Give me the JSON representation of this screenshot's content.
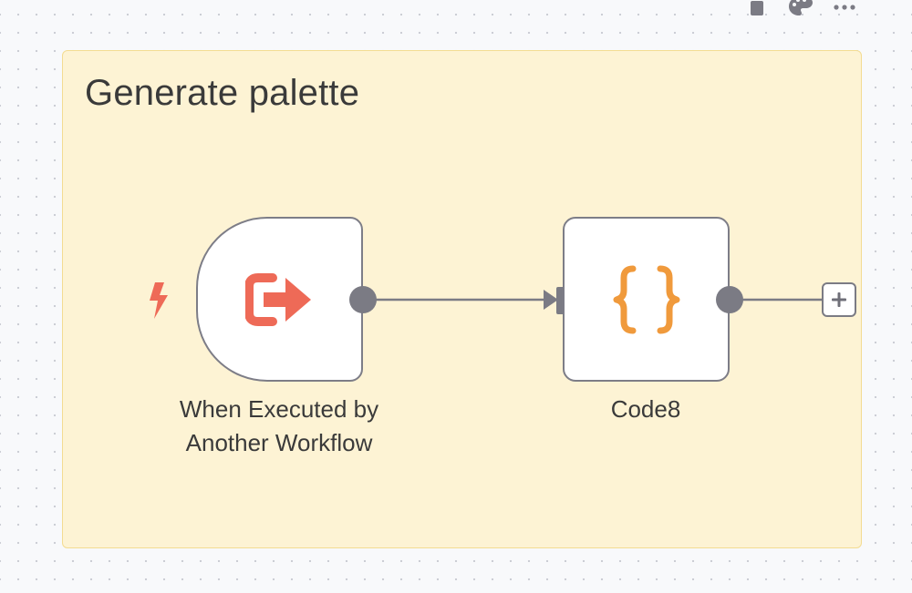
{
  "sticky_note": {
    "title": "Generate palette"
  },
  "nodes": [
    {
      "name": "When Executed by\nAnother Workflow",
      "icon": "sign-out-arrow-icon",
      "type": "trigger"
    },
    {
      "name": "Code8",
      "icon": "curly-braces-icon",
      "type": "code"
    }
  ],
  "icons": {
    "trigger_bolt": "bolt-icon",
    "add_node": "plus-icon",
    "toolbar": [
      "trash-icon",
      "palette-icon",
      "more-horizontal-icon"
    ]
  },
  "colors": {
    "sticky_background": "#fdf3d4",
    "sticky_border": "#f3dc92",
    "trigger_accent": "#ee6a57",
    "code_accent": "#f09a3c",
    "connector": "#7b7b84"
  }
}
